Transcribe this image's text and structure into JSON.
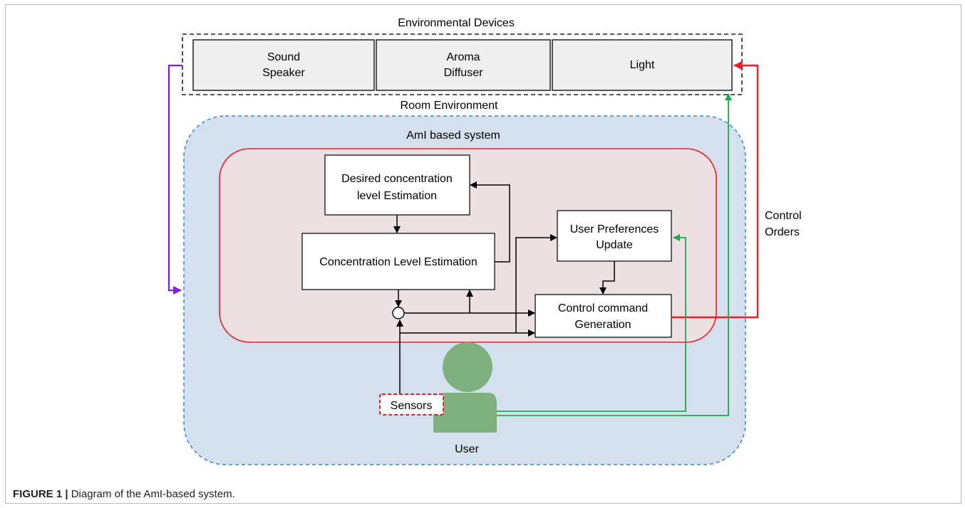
{
  "environment": {
    "group_label": "Environmental Devices",
    "devices": [
      {
        "line1": "Sound",
        "line2": "Speaker"
      },
      {
        "line1": "Aroma",
        "line2": "Diffuser"
      },
      {
        "line1": "Light"
      }
    ],
    "room_label": "Room Environment"
  },
  "system": {
    "label": "AmI based system",
    "blocks": {
      "desired": {
        "line1": "Desired concentration",
        "line2": "level  Estimation"
      },
      "concentration": {
        "line1": "Concentration  Level  Estimation"
      },
      "preferences": {
        "line1": "User Preferences",
        "line2": "Update"
      },
      "control": {
        "line1": "Control command",
        "line2": "Generation"
      }
    }
  },
  "sensors_label": "Sensors",
  "user_label": "User",
  "control_orders": {
    "line1": "Control",
    "line2": "Orders"
  },
  "caption": {
    "id": "FIGURE 1 |",
    "text": " Diagram of the AmI-based system."
  },
  "colors": {
    "room_fill": "#d5e0ee",
    "room_border": "#2f8bd6",
    "system_fill": "#ede0e2",
    "system_border": "#ee1c24",
    "device_fill": "#efefef",
    "user_fill": "#7fb17f",
    "control_orders_line": "#ee1c24",
    "feedback_line": "#1aad4b",
    "purple_line": "#7a1fe6"
  }
}
